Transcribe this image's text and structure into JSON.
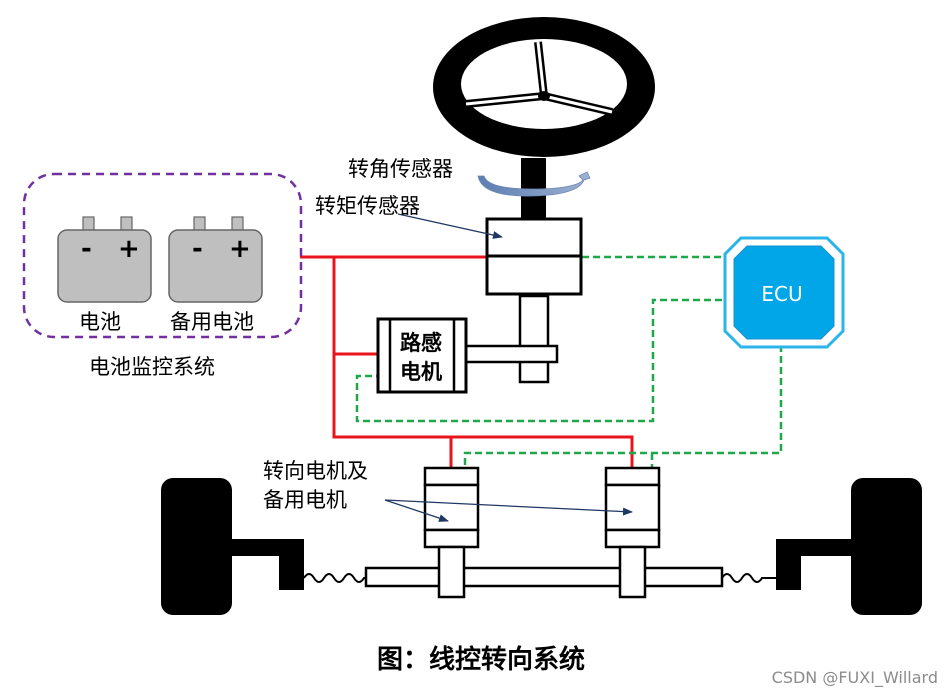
{
  "labels": {
    "steering_angle_sensor": "转角传感器",
    "torque_sensor": "转矩传感器",
    "battery": "电池",
    "backup_battery": "备用电池",
    "battery_monitor_system": "电池监控系统",
    "road_feel_motor_line1": "路感",
    "road_feel_motor_line2": "电机",
    "ecu": "ECU",
    "steering_motor_line1": "转向电机及",
    "steering_motor_line2": "备用电机",
    "battery_minus": "-",
    "battery_plus": "+"
  },
  "caption": "图：线控转向系统",
  "watermark": "CSDN @FUXI_Willard",
  "colors": {
    "power_line": "#e8141c",
    "signal_line": "#1fa84a",
    "battery_fill": "#bfbfbf",
    "ecu_fill": "#00a6e8",
    "ecu_border": "#2ab4ea",
    "monitor_border": "#7030a0",
    "arrow_blue": "#1f3864"
  }
}
